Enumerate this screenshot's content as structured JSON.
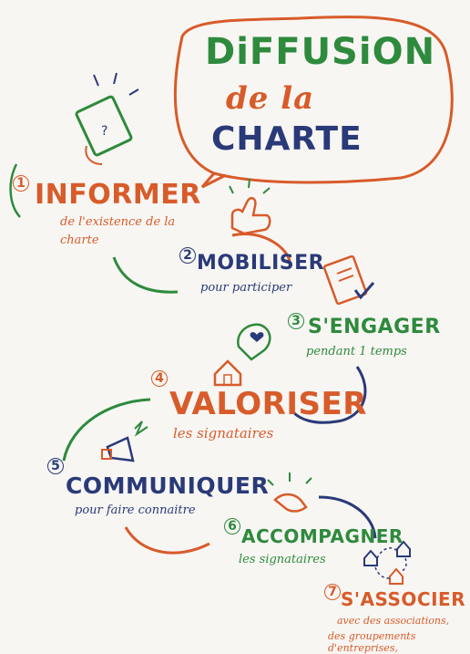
{
  "title": {
    "line1": "DiFFUSiON",
    "line2": "de la",
    "line3": "CHARTE"
  },
  "steps": [
    {
      "number": "1",
      "title": "INFORMER",
      "subtitle_line1": "de l'existence de la",
      "subtitle_line2": "charte"
    },
    {
      "number": "2",
      "title": "MOBILISER",
      "subtitle_line1": "pour participer"
    },
    {
      "number": "3",
      "title": "S'ENGAGER",
      "subtitle_line1": "pendant 1 temps"
    },
    {
      "number": "4",
      "title": "VALORISER",
      "subtitle_line1": "les signataires"
    },
    {
      "number": "5",
      "title": "COMMUNIQUER",
      "subtitle_line1": "pour faire connaitre"
    },
    {
      "number": "6",
      "title": "ACCOMPAGNER",
      "subtitle_line1": "les signataires"
    },
    {
      "number": "7",
      "title": "S'ASSOCIER",
      "subtitle_line1": "avec des associations,",
      "subtitle_line2": "des groupements d'entreprises,"
    }
  ],
  "colors": {
    "orange": "#d85b2a",
    "green": "#2e8a3c",
    "navy": "#2a3a78",
    "background": "#f7f6f3"
  },
  "icons": [
    "hand-holding-card-icon",
    "thumbs-up-icon",
    "checklist-document-icon",
    "house-heart-icon",
    "megaphone-icon",
    "handshake-icon",
    "houses-network-icon"
  ]
}
